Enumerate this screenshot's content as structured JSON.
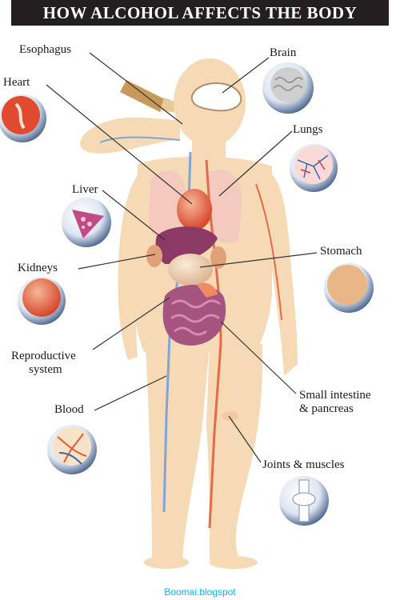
{
  "title": "HOW ALCOHOL AFFECTS THE BODY",
  "labels": {
    "esophagus": "Esophagus",
    "heart": "Heart",
    "brain": "Brain",
    "lungs": "Lungs",
    "liver": "Liver",
    "kidneys": "Kidneys",
    "stomach": "Stomach",
    "reproductive_1": "Reproductive",
    "reproductive_2": "system",
    "blood": "Blood",
    "small_intestine_1": "Small intestine",
    "small_intestine_2": "& pancreas",
    "joints": "Joints & muscles"
  },
  "footer": "Boomai.blogspot",
  "colors": {
    "body": "#f6d9b5",
    "organ_red": "#e2573c",
    "organ_purple": "#8c3a63",
    "vein_blue": "#7fa6d6",
    "artery_red": "#e46a4a",
    "footer_text": "#00b7ff"
  }
}
